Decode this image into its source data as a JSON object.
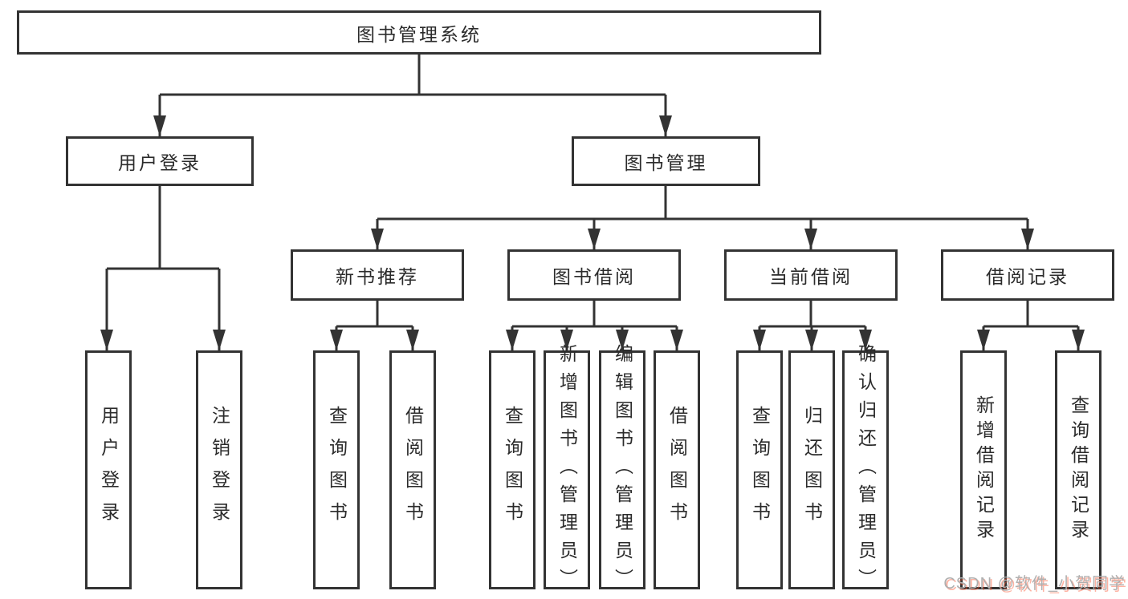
{
  "diagram": {
    "root": {
      "label": "图书管理系统"
    },
    "branches": [
      {
        "label": "用户登录",
        "children": [
          {
            "label": "用户登录"
          },
          {
            "label": "注销登录"
          }
        ]
      },
      {
        "label": "图书管理",
        "children": [
          {
            "label": "新书推荐",
            "children": [
              {
                "label": "查询图书"
              },
              {
                "label": "借阅图书"
              }
            ]
          },
          {
            "label": "图书借阅",
            "children": [
              {
                "label": "查询图书"
              },
              {
                "label": "新增图书（管理员）"
              },
              {
                "label": "编辑图书（管理员）"
              },
              {
                "label": "借阅图书"
              }
            ]
          },
          {
            "label": "当前借阅",
            "children": [
              {
                "label": "查询图书"
              },
              {
                "label": "归还图书"
              },
              {
                "label": "确认归还（管理员）"
              }
            ]
          },
          {
            "label": "借阅记录",
            "children": [
              {
                "label": "新增借阅记录"
              },
              {
                "label": "查询借阅记录"
              }
            ]
          }
        ]
      }
    ]
  },
  "watermark": {
    "text": "CSDN @软件_小贺同学"
  },
  "colors": {
    "line": "#333333",
    "text": "#2b2b2b",
    "background": "#ffffff",
    "watermark_gray": "#b0b0b0",
    "watermark_red": "#fc5531"
  }
}
